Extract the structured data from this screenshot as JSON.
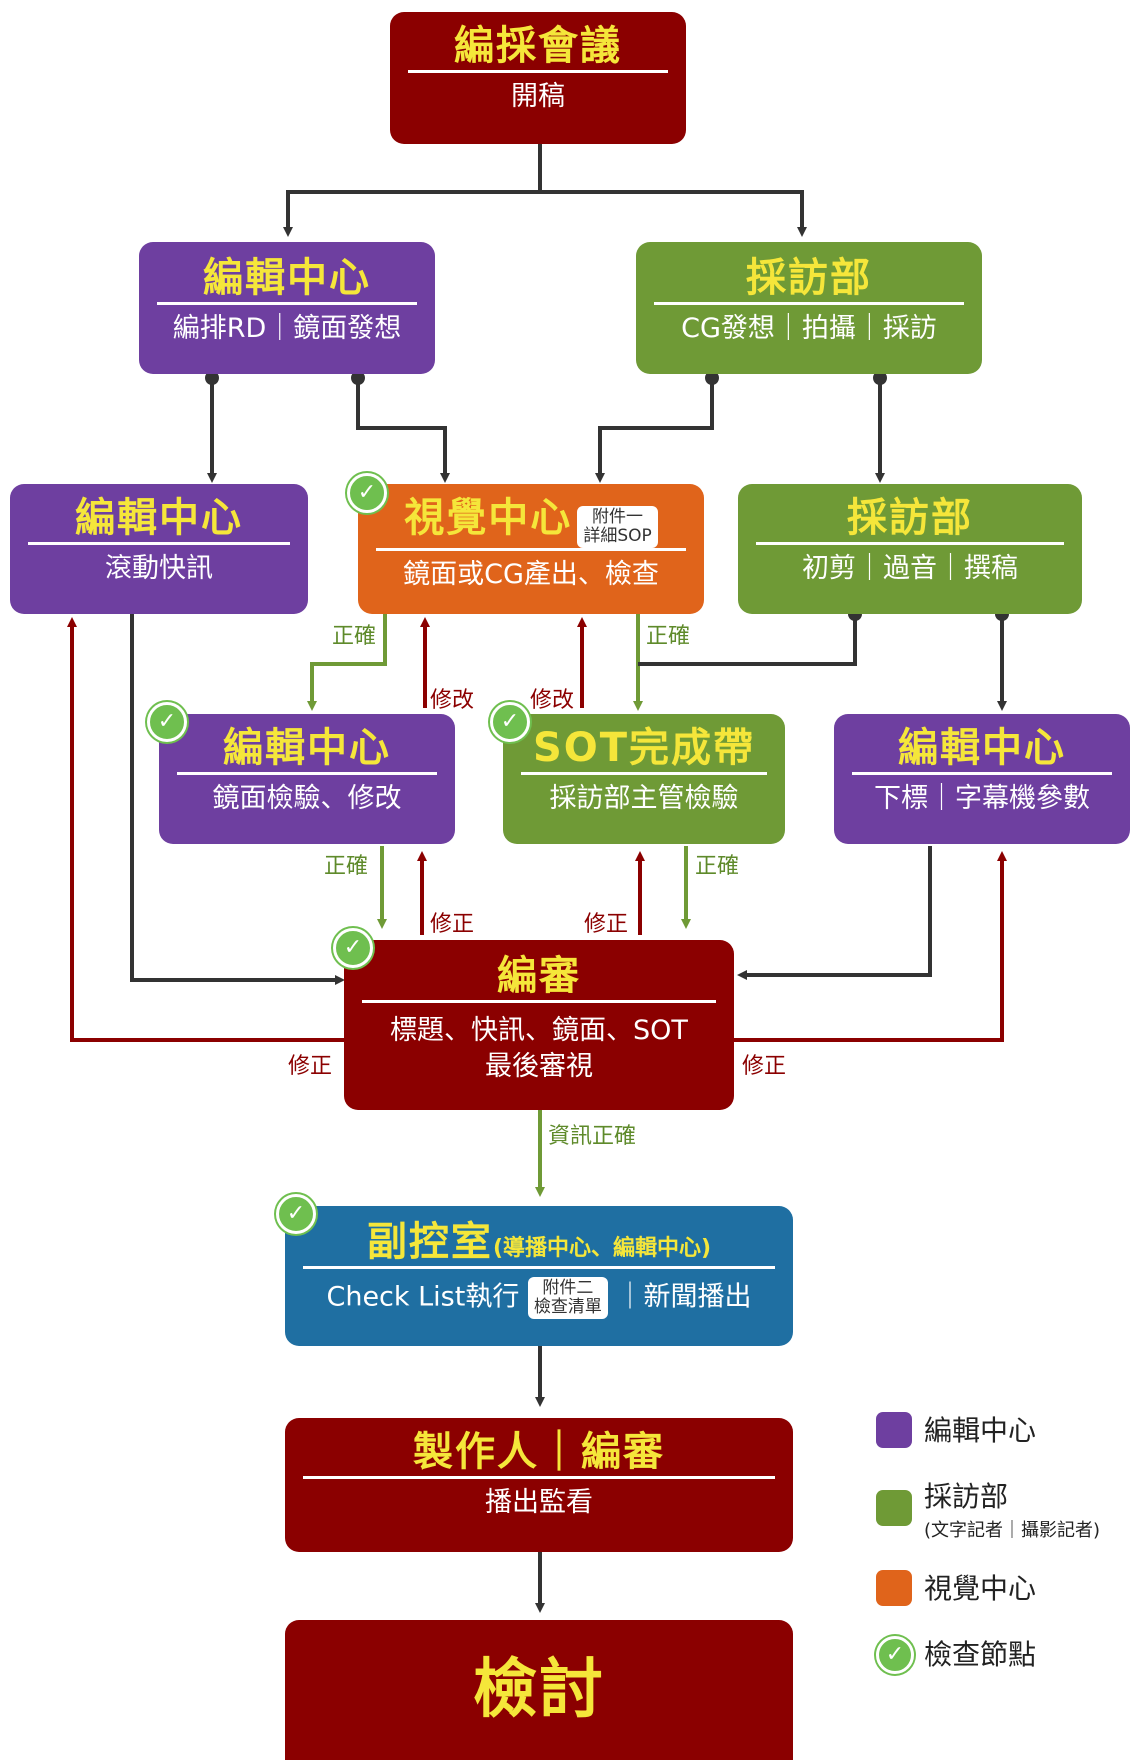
{
  "nodes": {
    "n1": {
      "title": "編採會議",
      "sub": "開稿"
    },
    "n2": {
      "title": "編輯中心",
      "sub": "編排RD｜鏡面發想"
    },
    "n3": {
      "title": "採訪部",
      "sub": "CG發想｜拍攝｜採訪"
    },
    "n4": {
      "title": "編輯中心",
      "sub": "滾動快訊"
    },
    "n5": {
      "title": "視覺中心",
      "sub": "鏡面或CG產出、檢查",
      "badge1": "附件一",
      "badge2": "詳細SOP"
    },
    "n6": {
      "title": "採訪部",
      "sub": "初剪｜過音｜撰稿"
    },
    "n7": {
      "title": "編輯中心",
      "sub": "鏡面檢驗、修改"
    },
    "n8": {
      "title": "SOT完成帶",
      "sub": "採訪部主管檢驗"
    },
    "n9": {
      "title": "編輯中心",
      "sub": "下標｜字幕機參數"
    },
    "n10": {
      "title": "編審",
      "sub1": "標題、快訊、鏡面、SOT",
      "sub2": "最後審視"
    },
    "n11": {
      "title": "副控室",
      "title_small": "(導播中心、編輯中心)",
      "sub_a": "Check List執行",
      "badge1": "附件二",
      "badge2": "檢查清單",
      "sub_b": "｜新聞播出"
    },
    "n12": {
      "title": "製作人｜編審",
      "sub": "播出監看"
    },
    "n13": {
      "title": "檢討"
    }
  },
  "edge_labels": {
    "correct": "正確",
    "modify": "修改",
    "fix": "修正",
    "info_correct": "資訊正確"
  },
  "legend": [
    {
      "label": "編輯中心",
      "color": "#6e3fa0"
    },
    {
      "label": "採訪部",
      "sub": "(文字記者｜攝影記者)",
      "color": "#6f9a36"
    },
    {
      "label": "視覺中心",
      "color": "#e0641b"
    },
    {
      "label": "檢查節點",
      "color": "#6fbf4f"
    }
  ],
  "colors": {
    "red": "#8b0000",
    "purple": "#6e3fa0",
    "green": "#6f9a36",
    "orange": "#e0641b",
    "blue": "#1f6fa2",
    "check": "#6fbf4f",
    "wire": "#333333"
  }
}
